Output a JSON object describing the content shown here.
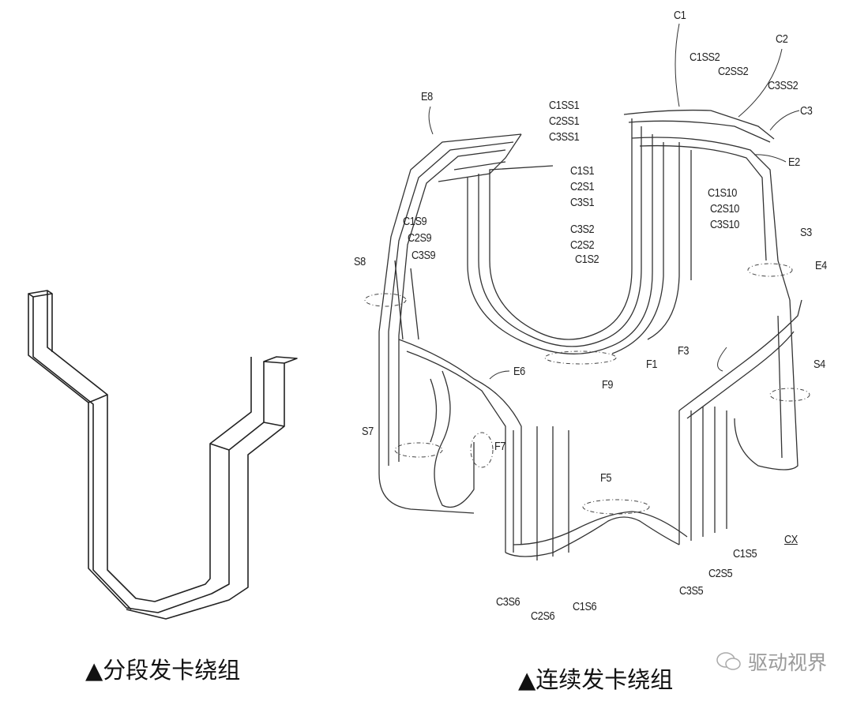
{
  "left_figure": {
    "caption": "▲分段发卡绕组"
  },
  "right_figure": {
    "caption": "▲连续发卡绕组",
    "labels": [
      "C1",
      "C1SS2",
      "C2",
      "C2SS2",
      "C3SS2",
      "C3",
      "E2",
      "E8",
      "C1SS1",
      "C2SS1",
      "C3SS1",
      "C1S1",
      "C2S1",
      "C3S1",
      "C1S10",
      "C2S10",
      "C3S10",
      "C1S9",
      "C2S9",
      "C3S9",
      "C3S2",
      "C2S2",
      "C1S2",
      "S3",
      "E4",
      "S8",
      "F1",
      "F9",
      "F3",
      "S4",
      "E6",
      "S7",
      "F7",
      "F5",
      "CX",
      "C1S5",
      "C2S5",
      "C3S5",
      "C3S6",
      "C2S6",
      "C1S6"
    ]
  },
  "watermark": {
    "text": "驱动视界",
    "icon": "wechat-icon"
  }
}
